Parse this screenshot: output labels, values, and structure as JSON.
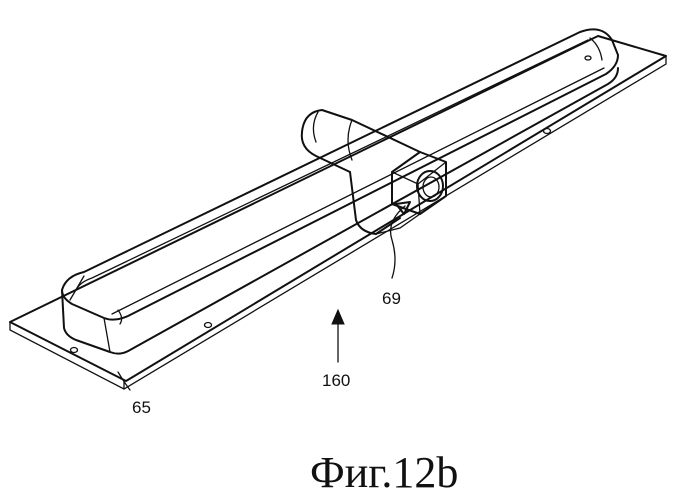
{
  "figure": {
    "caption": "Фиг.12b",
    "labels": {
      "ref_65": "65",
      "ref_69": "69",
      "ref_160": "160"
    }
  }
}
